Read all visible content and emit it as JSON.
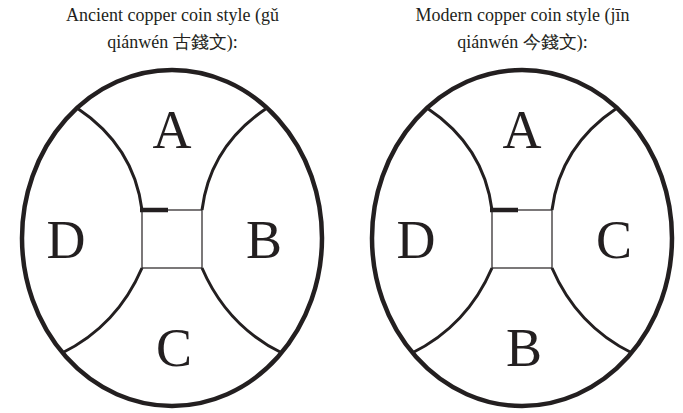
{
  "diagram": {
    "nodes": [
      {
        "text": [
          "Ancient copper coin style (gǔ qiánwén 古錢文):"
        ]
      },
      {
        "text": [
          "A"
        ],
        "in": 0
      },
      {
        "text": [
          "D"
        ],
        "in": 0
      },
      {
        "text": [
          "B"
        ],
        "in": 0
      },
      {
        "text": [
          "C"
        ],
        "in": 0
      },
      {
        "text": [
          "Modern copper coin style (jīn qiánwén 今錢文):"
        ]
      },
      {
        "text": [
          "A"
        ],
        "in": 5
      },
      {
        "text": [
          "D"
        ],
        "in": 5
      },
      {
        "text": [
          "C"
        ],
        "in": 5
      },
      {
        "text": [
          "B"
        ],
        "in": 5
      }
    ]
  }
}
